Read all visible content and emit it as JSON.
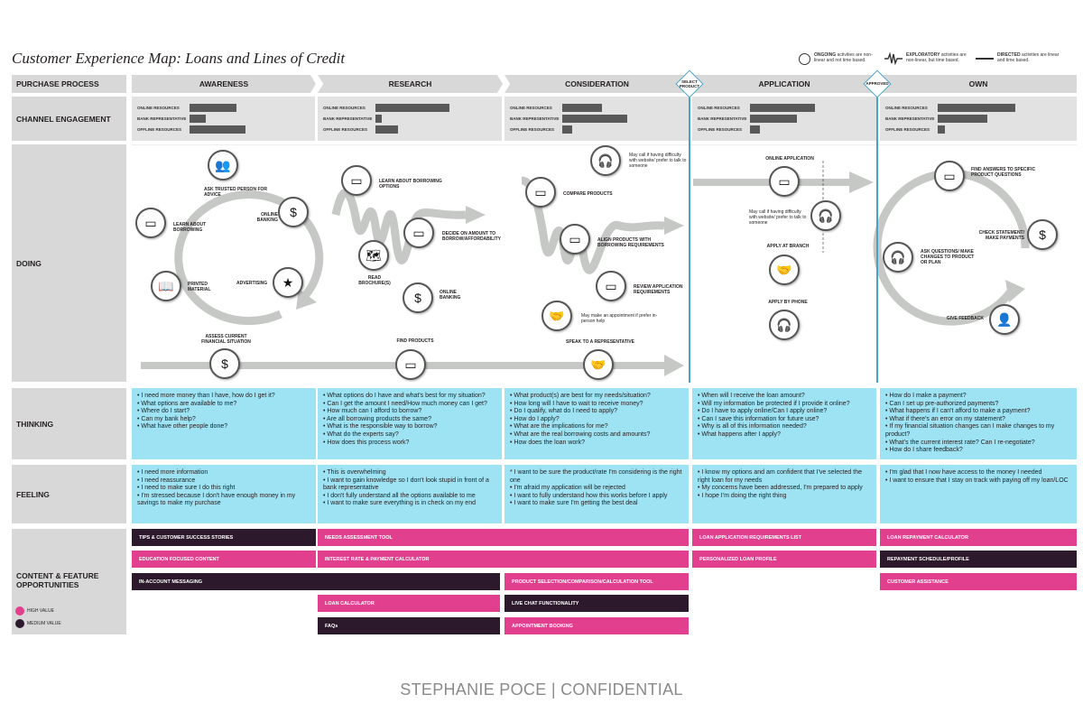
{
  "title": "Customer Experience Map: Loans and Lines of Credit",
  "legend": [
    {
      "icon": "circle-icon",
      "strong": "ONGOING",
      "text": "activities are non-linear and not time based."
    },
    {
      "icon": "squiggle-icon",
      "strong": "EXPLORATORY",
      "text": "activities are non-linear, but time based."
    },
    {
      "icon": "line-icon",
      "strong": "DIRECTED",
      "text": "activities are linear and time based."
    }
  ],
  "rows": {
    "purchase": "PURCHASE PROCESS",
    "channel": "CHANNEL ENGAGEMENT",
    "doing": "DOING",
    "thinking": "THINKING",
    "feeling": "FEELING",
    "content": "CONTENT & FEATURE OPPORTUNITIES"
  },
  "phases": [
    "AWARENESS",
    "RESEARCH",
    "CONSIDERATION",
    "APPLICATION",
    "OWN"
  ],
  "milestones": [
    "SELECT PRODUCT",
    "APPROVED"
  ],
  "channel_labels": [
    "ONLINE RESOURCES",
    "BANK REPRESENTATIVE",
    "OFFLINE RESOURCES"
  ],
  "channel_engagement": [
    {
      "phase": "AWARENESS",
      "values": [
        0.55,
        0.2,
        0.65
      ]
    },
    {
      "phase": "RESEARCH",
      "values": [
        0.85,
        0.07,
        0.25
      ]
    },
    {
      "phase": "CONSIDERATION",
      "values": [
        0.45,
        0.75,
        0.12
      ]
    },
    {
      "phase": "APPLICATION",
      "values": [
        0.75,
        0.55,
        0.12
      ]
    },
    {
      "phase": "OWN",
      "values": [
        0.9,
        0.58,
        0.08
      ]
    }
  ],
  "doing": {
    "awareness": {
      "ask": "ASK TRUSTED PERSON FOR ADVICE",
      "online": "ONLINE BANKING",
      "learn": "LEARN ABOUT BORROWING",
      "printed": "PRINTED MATERIAL",
      "advertising": "ADVERTISING",
      "assess": "ASSESS CURRENT FINANCIAL SITUATION"
    },
    "research": {
      "learn": "LEARN ABOUT BORROWING OPTIONS",
      "decide": "DECIDE ON AMOUNT TO BORROW/AFFORDABILITY",
      "read": "READ BROCHURE(S)",
      "online": "ONLINE BANKING",
      "find": "FIND PRODUCTS"
    },
    "consideration": {
      "call": "May call if having difficulty with website/ prefer to talk to someone",
      "compare": "COMPARE PRODUCTS",
      "align": "ALIGN PRODUCTS WITH BORROWING REQUIREMENTS",
      "review": "REVIEW APPLICATION REQUIREMENTS",
      "appointment": "May make an appointment if prefer in-person help",
      "speak": "SPEAK TO A REPRESENTATIVE"
    },
    "application": {
      "online": "ONLINE APPLICATION",
      "call": "May call if having difficulty with website/ prefer to talk to someone",
      "branch": "APPLY AT BRANCH",
      "phone": "APPLY BY PHONE"
    },
    "own": {
      "find": "FIND ANSWERS TO SPECIFIC PRODUCT QUESTIONS",
      "check": "CHECK STATEMENT/ MAKE PAYMENTS",
      "ask": "ASK QUESTIONS/ MAKE CHANGES TO PRODUCT OR PLAN",
      "feedback": "GIVE FEEDBACK"
    }
  },
  "thinking": [
    [
      "• I need more money than I have, how do I get it?",
      "• What options are available to me?",
      "• Where do I start?",
      "• Can my bank help?",
      "• What have other people done?"
    ],
    [
      "• What options do I have and what's best for my situation?",
      "• Can I get the amount I need/How much money can I get?",
      "• How much can I afford to borrow?",
      "• Are all borrowing products the same?",
      "• What is the responsible way to borrow?",
      "• What do the experts say?",
      "• How does this process work?"
    ],
    [
      "• What product(s) are best for my needs/situation?",
      "• How long will I have to wait to receive money?",
      "• Do I qualify, what do I need to apply?",
      "• How do I apply?",
      "• What are the implications for me?",
      "• What are the real borrowing costs and amounts?",
      "• How does the loan work?"
    ],
    [
      "• When will I receive the loan amount?",
      "• Will my information be protected if I provide it online?",
      "• Do I have to apply online/Can I apply online?",
      "• Can I save this information for future use?",
      "• Why is all of this information needed?",
      "• What happens after I apply?"
    ],
    [
      "• How do I make a payment?",
      "• Can I set up pre-authorized payments?",
      "• What happens if I can't afford to make a payment?",
      "• What if there's an error on my statement?",
      "• If my financial situation changes can I make changes to my product?",
      "• What's the current interest rate? Can I re-negotiate?",
      "• How do I share feedback?"
    ]
  ],
  "feeling": [
    [
      "• I need more information",
      "• I need reassurance",
      "• I need to make sure I do this right",
      "• I'm stressed because I don't have enough money in my savings to make my purchase"
    ],
    [
      "• This is overwhelming",
      "• I want to gain knowledge so I don't look stupid in front of a bank representative",
      "• I don't fully understand all the options available to me",
      "• I want to make sure everything is in check on my end"
    ],
    [
      "* I want to be sure the product/rate I'm considering is the right one",
      "• I'm afraid my application will be rejected",
      "• I want to fully understand how this works before I apply",
      "• I want to make sure I'm getting the best deal"
    ],
    [
      "• I know my options and am confident that I've selected the right loan for my needs",
      "• My concerns have been addressed, I'm prepared to apply",
      "• I hope I'm doing the right thing"
    ],
    [
      "• I'm glad that I now have access to the money I needed",
      "• I want to ensure that I stay on track with paying off my loan/LOC"
    ]
  ],
  "content": {
    "tips": "TIPS & CUSTOMER SUCCESS STORIES",
    "needs": "NEEDS ASSESSMENT TOOL",
    "loan_req": "LOAN APPLICATION REQUIREMENTS LIST",
    "repay_calc": "LOAN REPAYMENT CALCULATOR",
    "education": "EDUCATION FOCUSED CONTENT",
    "interest": "INTEREST RATE & PAYMENT CALCULATOR",
    "personalized": "PERSONALIZED LOAN PROFILE",
    "repay_sched": "REPAYMENT SCHEDULE/PROFILE",
    "in_account": "IN-ACCOUNT MESSAGING",
    "product_sel": "PRODUCT SELECTION/COMPARISON/CALCULATION TOOL",
    "customer_assist": "CUSTOMER ASSISTANCE",
    "loan_calc": "LOAN CALCULATOR",
    "live_chat": "LIVE CHAT FUNCTIONALITY",
    "faqs": "FAQs",
    "appointment": "APPOINTMENT BOOKING"
  },
  "value_legend": [
    {
      "label": "HIGH VALUE",
      "color": "#e2408f"
    },
    {
      "label": "MEDIUM VALUE",
      "color": "#2c1a2c"
    }
  ],
  "footer": "STEPHANIE POCE |  CONFIDENTIAL",
  "colors": {
    "high": "#e2408f",
    "medium": "#2c1a2c",
    "thinking": "#9de3f4",
    "grey": "#d8d8d8",
    "line": "#4aa3c6"
  }
}
